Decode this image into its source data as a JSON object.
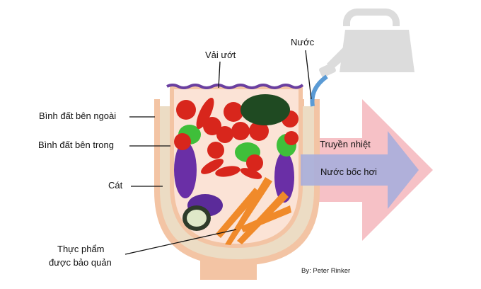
{
  "labels": {
    "wet_cloth": "Vải ướt",
    "water": "Nước",
    "outer_pot": "Bình đất bên ngoài",
    "inner_pot": "Bình đất bên trong",
    "sand": "Cát",
    "food_line1": "Thực phẩm",
    "food_line2": "được bảo quản",
    "heat_transfer": "Truyền nhiệt",
    "evaporation": "Nước bốc hơi"
  },
  "credit": "By: Peter Rinker",
  "colors": {
    "heat_arrow": "#f4b6bc",
    "evaporation_arrow": "#a9aedb",
    "pot": "#f3c4a4",
    "sand": "#ecdcc4",
    "cloth": "#6a3fa0",
    "water_pipe": "#5b9bd5",
    "watering_can": "#d9d9d9"
  }
}
